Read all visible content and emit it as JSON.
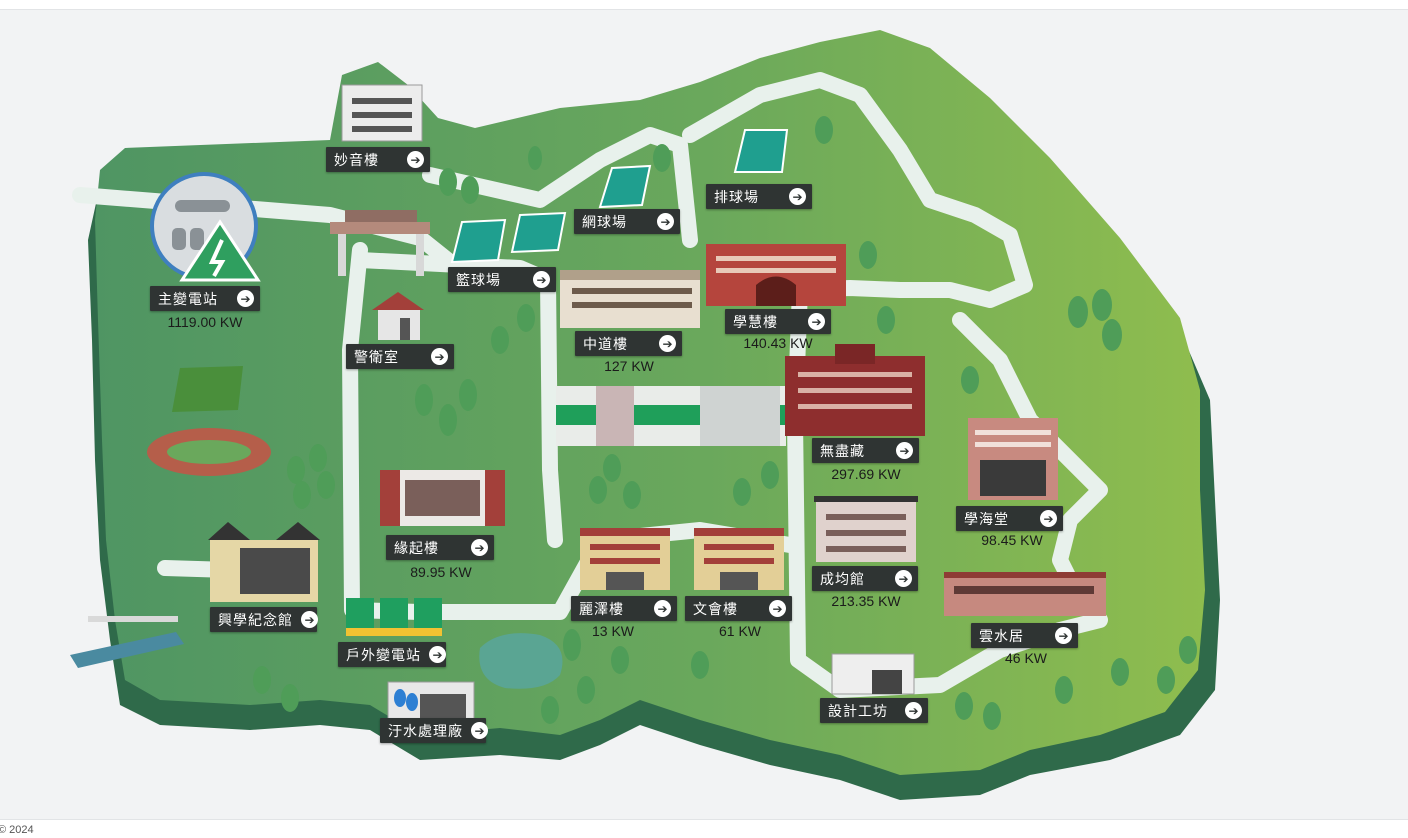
{
  "footer": {
    "text": "© 2024"
  },
  "colors": {
    "land": "#6aa85c",
    "land_shadow": "#2f6a4a",
    "road": "#e8f1ec",
    "label_bg": "#2f3433",
    "brick": "#a3403a",
    "court": "#1f9f8f"
  },
  "arrow_icon": "arrow-right-icon",
  "locations": [
    {
      "id": "miaoyin",
      "name": "妙音樓",
      "power": ""
    },
    {
      "id": "substation",
      "name": "主變電站",
      "power": "1119.00 KW"
    },
    {
      "id": "tennis",
      "name": "網球場",
      "power": ""
    },
    {
      "id": "volleyball",
      "name": "排球場",
      "power": ""
    },
    {
      "id": "basketball",
      "name": "籃球場",
      "power": ""
    },
    {
      "id": "guard",
      "name": "警衛室",
      "power": ""
    },
    {
      "id": "zhongdao",
      "name": "中道樓",
      "power": "127 KW"
    },
    {
      "id": "xuehui",
      "name": "學慧樓",
      "power": "140.43 KW"
    },
    {
      "id": "wujinzang",
      "name": "無盡藏",
      "power": "297.69 KW"
    },
    {
      "id": "xuehaitang",
      "name": "學海堂",
      "power": "98.45 KW"
    },
    {
      "id": "yuanqi",
      "name": "緣起樓",
      "power": "89.95 KW"
    },
    {
      "id": "xingxue",
      "name": "興學紀念館",
      "power": ""
    },
    {
      "id": "outdoor_sub",
      "name": "戶外變電站",
      "power": ""
    },
    {
      "id": "lize",
      "name": "麗澤樓",
      "power": "13 KW"
    },
    {
      "id": "wenhui",
      "name": "文會樓",
      "power": "61 KW"
    },
    {
      "id": "chengjun",
      "name": "成均館",
      "power": "213.35 KW"
    },
    {
      "id": "yunshui",
      "name": "雲水居",
      "power": "46 KW"
    },
    {
      "id": "sewage",
      "name": "汙水處理廠",
      "power": ""
    },
    {
      "id": "design",
      "name": "設計工坊",
      "power": ""
    }
  ]
}
